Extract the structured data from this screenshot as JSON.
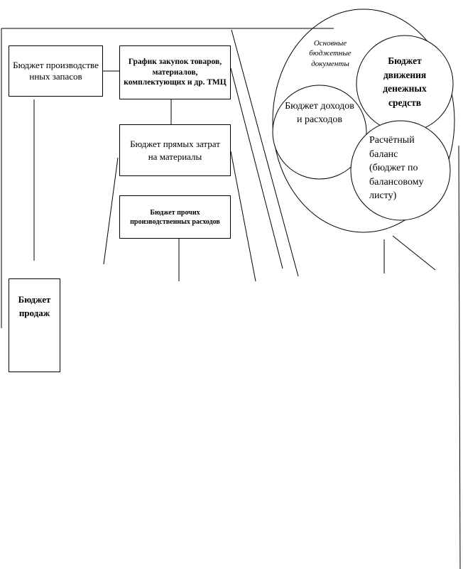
{
  "diagram": {
    "boxes": {
      "production_stock_budget": "Бюджет производственных запасов",
      "purchase_schedule": "График закупок товаров, материалов, комплектующих и др. ТМЦ",
      "direct_material_costs_budget": "Бюджет прямых затрат на материалы",
      "other_production_costs_budget": "Бюджет прочих производственных расходов",
      "sales_budget": "Бюджет продаж"
    },
    "ellipse": {
      "label": "Основные бюджетные документы",
      "cash_flow_budget": "Бюджет движения денежных средств",
      "income_expense_budget": "Бюджет доходов и расходов",
      "balance_sheet": "Расчётный баланс (бюджет по балансовому листу)"
    }
  }
}
